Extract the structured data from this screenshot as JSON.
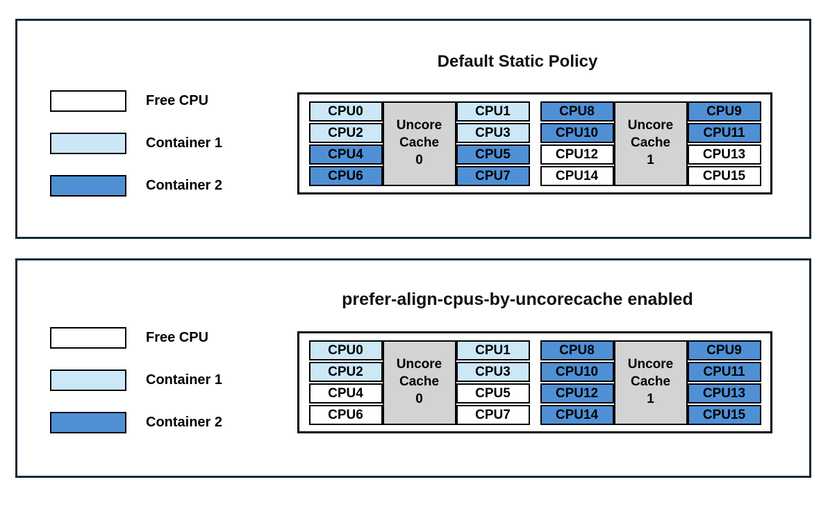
{
  "colors": {
    "free_cpu": "#ffffff",
    "container1": "#cce7f6",
    "container2": "#4f90d5",
    "uncore_bg": "#d3d3d3",
    "panel_border": "#0d2a39",
    "box_border": "#000000"
  },
  "legend": {
    "items": [
      {
        "label": "Free CPU",
        "fill": "free_cpu"
      },
      {
        "label": "Container 1",
        "fill": "container1"
      },
      {
        "label": "Container 2",
        "fill": "container2"
      }
    ]
  },
  "panels": [
    {
      "title": "Default Static Policy",
      "groups": [
        {
          "cache": [
            "Uncore",
            "Cache",
            "0"
          ],
          "left": [
            {
              "label": "CPU0",
              "fill": "container1"
            },
            {
              "label": "CPU2",
              "fill": "container1"
            },
            {
              "label": "CPU4",
              "fill": "container2"
            },
            {
              "label": "CPU6",
              "fill": "container2"
            }
          ],
          "right": [
            {
              "label": "CPU1",
              "fill": "container1"
            },
            {
              "label": "CPU3",
              "fill": "container1"
            },
            {
              "label": "CPU5",
              "fill": "container2"
            },
            {
              "label": "CPU7",
              "fill": "container2"
            }
          ]
        },
        {
          "cache": [
            "Uncore",
            "Cache",
            "1"
          ],
          "left": [
            {
              "label": "CPU8",
              "fill": "container2"
            },
            {
              "label": "CPU10",
              "fill": "container2"
            },
            {
              "label": "CPU12",
              "fill": "free_cpu"
            },
            {
              "label": "CPU14",
              "fill": "free_cpu"
            }
          ],
          "right": [
            {
              "label": "CPU9",
              "fill": "container2"
            },
            {
              "label": "CPU11",
              "fill": "container2"
            },
            {
              "label": "CPU13",
              "fill": "free_cpu"
            },
            {
              "label": "CPU15",
              "fill": "free_cpu"
            }
          ]
        }
      ]
    },
    {
      "title": "prefer-align-cpus-by-uncorecache enabled",
      "groups": [
        {
          "cache": [
            "Uncore",
            "Cache",
            "0"
          ],
          "left": [
            {
              "label": "CPU0",
              "fill": "container1"
            },
            {
              "label": "CPU2",
              "fill": "container1"
            },
            {
              "label": "CPU4",
              "fill": "free_cpu"
            },
            {
              "label": "CPU6",
              "fill": "free_cpu"
            }
          ],
          "right": [
            {
              "label": "CPU1",
              "fill": "container1"
            },
            {
              "label": "CPU3",
              "fill": "container1"
            },
            {
              "label": "CPU5",
              "fill": "free_cpu"
            },
            {
              "label": "CPU7",
              "fill": "free_cpu"
            }
          ]
        },
        {
          "cache": [
            "Uncore",
            "Cache",
            "1"
          ],
          "left": [
            {
              "label": "CPU8",
              "fill": "container2"
            },
            {
              "label": "CPU10",
              "fill": "container2"
            },
            {
              "label": "CPU12",
              "fill": "container2"
            },
            {
              "label": "CPU14",
              "fill": "container2"
            }
          ],
          "right": [
            {
              "label": "CPU9",
              "fill": "container2"
            },
            {
              "label": "CPU11",
              "fill": "container2"
            },
            {
              "label": "CPU13",
              "fill": "container2"
            },
            {
              "label": "CPU15",
              "fill": "container2"
            }
          ]
        }
      ]
    }
  ]
}
